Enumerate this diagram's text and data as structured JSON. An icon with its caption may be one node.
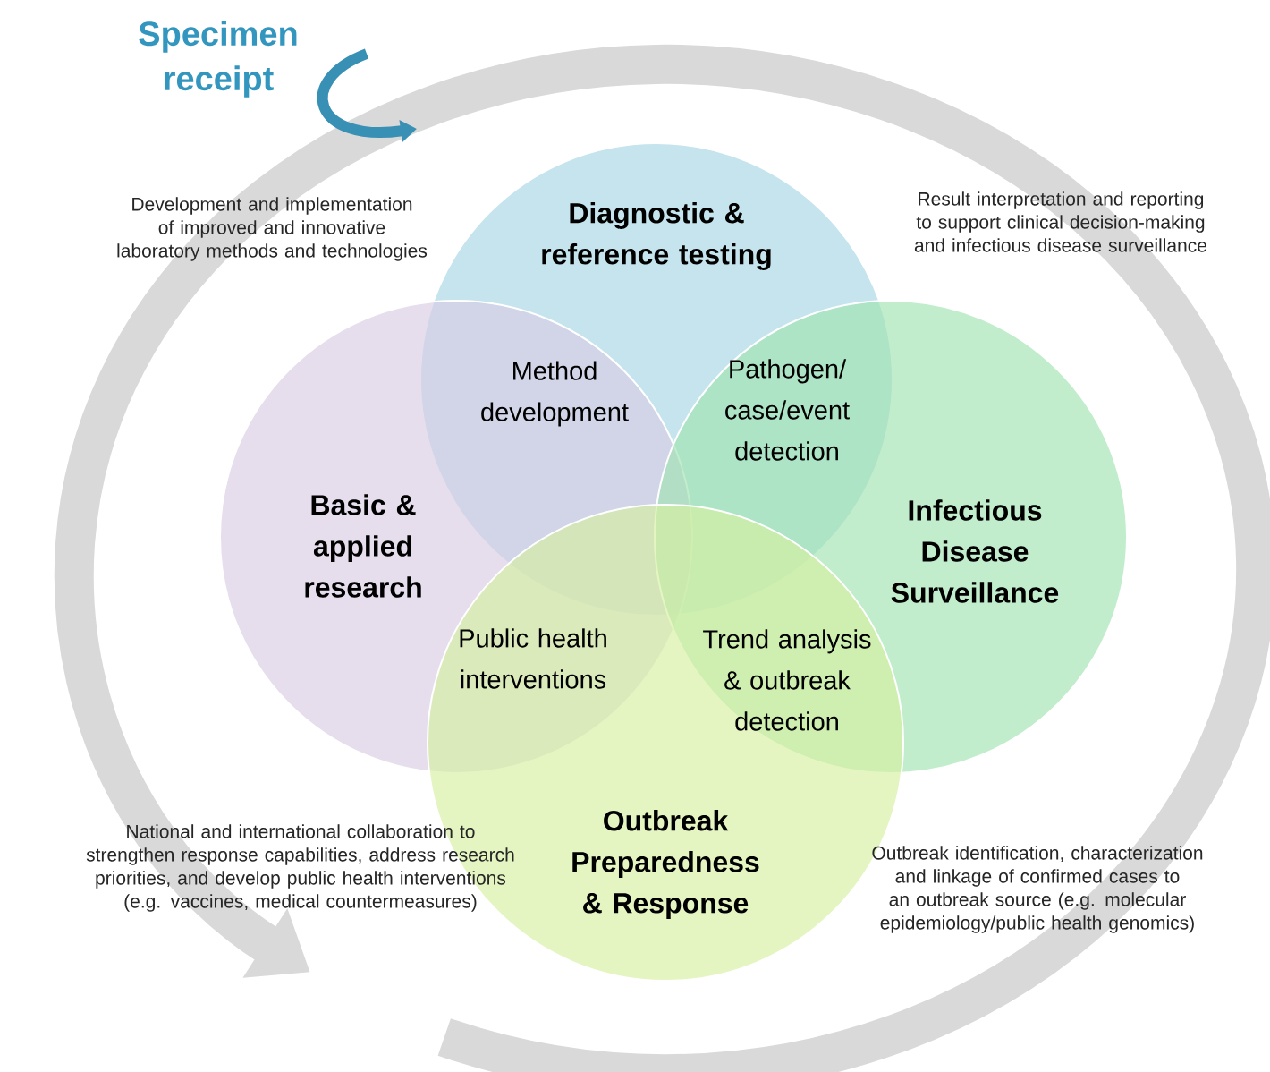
{
  "diagram": {
    "nodes": [
      {
        "text": [
          "Diagnostic & reference testing"
        ]
      },
      {
        "text": [
          "Basic & applied research"
        ]
      },
      {
        "text": [
          "Infectious Disease Surveillance"
        ]
      },
      {
        "text": [
          "Outbreak Preparedness & Response"
        ]
      }
    ],
    "edges": [],
    "labels": [
      "Specimen receipt",
      "Development and implementation of improved and innovative laboratory methods and technologies",
      "Result interpretation and reporting to support clinical decision-making and infectious disease surveillance",
      "Method development",
      "Pathogen/ case/event detection",
      "Public health interventions",
      "Trend analysis & outbreak detection",
      "National and international collaboration to strengthen response capabilities, address research priorities, and develop public health interventions (e.g. vaccines, medical countermeasures)",
      "Outbreak identification, characterization and linkage of confirmed cases to an outbreak source (e.g. molecular epidemiology/public health genomics)"
    ]
  }
}
